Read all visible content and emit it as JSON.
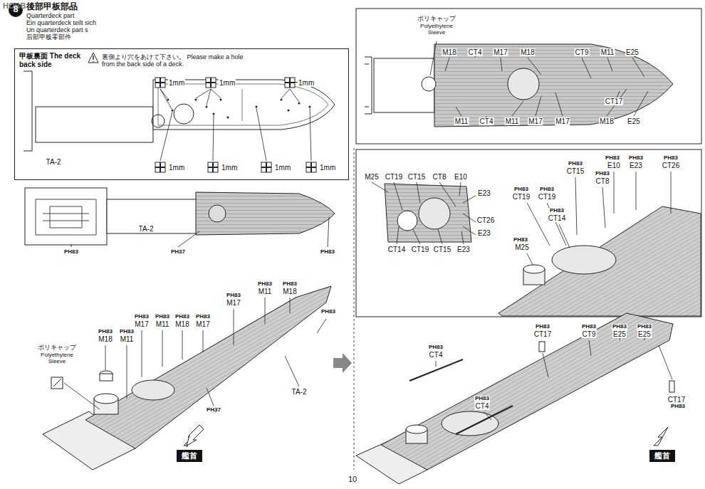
{
  "diagram": {
    "nodes": [
      {
        "text": [
          "甲板裏面 The deck back side",
          "裏側より穴をあけて下さい。 Please make a hole from the back side of a deck."
        ]
      },
      {
        "text": [
          "艦首"
        ]
      },
      {
        "text": [
          "艦首"
        ]
      }
    ],
    "labels": [
      "HOBBY SEARCH",
      "8",
      "後部甲板部品",
      "Quarterdeck part",
      "Ein quarterdeck teilt sich",
      "Un quarterdeck part s",
      "后部甲板零部件",
      "1mm",
      "1mm",
      "1mm",
      "1mm",
      "1mm",
      "1mm",
      "1mm",
      "TA-2",
      "TA-2",
      "PH83",
      "PH37",
      "PH83",
      "PH83",
      "M17",
      "PH83",
      "M11",
      "PH83",
      "M18",
      "PH83",
      "PH83",
      "M17",
      "PH83",
      "M11",
      "PH83",
      "M18",
      "PH83",
      "M17",
      "PH83",
      "M18",
      "PH83",
      "M11",
      "ポリキャップ",
      "Polyethylene Sleeve",
      "TA-2",
      "PH37",
      "ポリキャップ",
      "Polyethylene Sleeve",
      "M18",
      "CT4",
      "M17",
      "M18",
      "CT9",
      "M11",
      "E25",
      "CT17",
      "M11",
      "CT4",
      "M11",
      "M17",
      "M17",
      "M18",
      "E25",
      "M25",
      "CT19",
      "CT15",
      "CT8",
      "E10",
      "E23",
      "CT26",
      "E23",
      "CT14",
      "CT19",
      "CT15",
      "E23",
      "PH83",
      "E10",
      "PH83",
      "E23",
      "PH83",
      "CT26",
      "PH83",
      "CT15",
      "PH83",
      "CT8",
      "PH83",
      "CT19",
      "PH83",
      "CT19",
      "PH83",
      "CT14",
      "PH83",
      "M25",
      "PH83",
      "CT4",
      "PH83",
      "CT4",
      "PH83",
      "CT17",
      "PH83",
      "CT9",
      "PH83",
      "E25",
      "PH83",
      "E25",
      "CT17",
      "PH83",
      "10"
    ]
  }
}
